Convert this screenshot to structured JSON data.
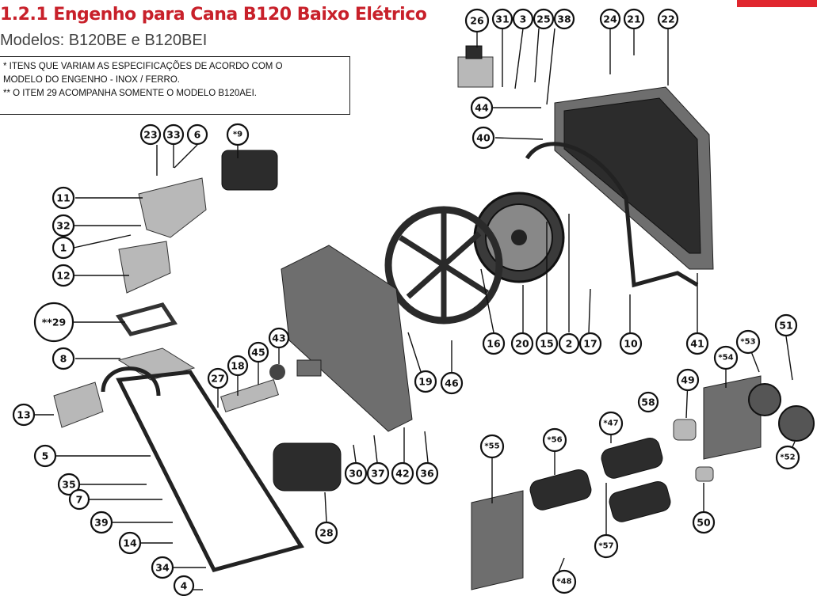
{
  "header": {
    "title": "1.2.1 Engenho para Cana B120 Baixo Elétrico",
    "subtitle": "Modelos: B120BE e B120BEI",
    "accent_color": "#e0262e"
  },
  "notes": [
    "* ITENS QUE VARIAM AS ESPECIFICAÇÕES DE ACORDO COM O",
    "MODELO DO ENGENHO - INOX / FERRO.",
    "** O ITEM 29 ACOMPANHA SOMENTE O MODELO B120AEI."
  ],
  "callouts": [
    {
      "id": "c26",
      "label": "26"
    },
    {
      "id": "c31",
      "label": "31"
    },
    {
      "id": "c3",
      "label": "3"
    },
    {
      "id": "c25",
      "label": "25"
    },
    {
      "id": "c38",
      "label": "38"
    },
    {
      "id": "c24",
      "label": "24"
    },
    {
      "id": "c21",
      "label": "21"
    },
    {
      "id": "c22",
      "label": "22"
    },
    {
      "id": "c44",
      "label": "44"
    },
    {
      "id": "c40",
      "label": "40"
    },
    {
      "id": "c23",
      "label": "23"
    },
    {
      "id": "c33",
      "label": "33"
    },
    {
      "id": "c6",
      "label": "6"
    },
    {
      "id": "c9",
      "label": "*9"
    },
    {
      "id": "c11",
      "label": "11"
    },
    {
      "id": "c32",
      "label": "32"
    },
    {
      "id": "c1",
      "label": "1"
    },
    {
      "id": "c12",
      "label": "12"
    },
    {
      "id": "c29",
      "label": "**29"
    },
    {
      "id": "c8",
      "label": "8"
    },
    {
      "id": "c13",
      "label": "13"
    },
    {
      "id": "c5",
      "label": "5"
    },
    {
      "id": "c35",
      "label": "35"
    },
    {
      "id": "c7",
      "label": "7"
    },
    {
      "id": "c39",
      "label": "39"
    },
    {
      "id": "c14",
      "label": "14"
    },
    {
      "id": "c34",
      "label": "34"
    },
    {
      "id": "c4",
      "label": "4"
    },
    {
      "id": "c27",
      "label": "27"
    },
    {
      "id": "c18",
      "label": "18"
    },
    {
      "id": "c45",
      "label": "45"
    },
    {
      "id": "c43",
      "label": "43"
    },
    {
      "id": "c19",
      "label": "19"
    },
    {
      "id": "c46",
      "label": "46"
    },
    {
      "id": "c16",
      "label": "16"
    },
    {
      "id": "c20",
      "label": "20"
    },
    {
      "id": "c15",
      "label": "15"
    },
    {
      "id": "c2",
      "label": "2"
    },
    {
      "id": "c17",
      "label": "17"
    },
    {
      "id": "c10",
      "label": "10"
    },
    {
      "id": "c41",
      "label": "41"
    },
    {
      "id": "c30",
      "label": "30"
    },
    {
      "id": "c37",
      "label": "37"
    },
    {
      "id": "c42",
      "label": "42"
    },
    {
      "id": "c36",
      "label": "36"
    },
    {
      "id": "c28",
      "label": "28"
    },
    {
      "id": "c51",
      "label": "51"
    },
    {
      "id": "c53",
      "label": "*53"
    },
    {
      "id": "c54",
      "label": "*54"
    },
    {
      "id": "c49",
      "label": "49"
    },
    {
      "id": "c58",
      "label": "58"
    },
    {
      "id": "c47",
      "label": "*47"
    },
    {
      "id": "c56",
      "label": "*56"
    },
    {
      "id": "c55",
      "label": "*55"
    },
    {
      "id": "c50",
      "label": "50"
    },
    {
      "id": "c52",
      "label": "*52"
    },
    {
      "id": "c57",
      "label": "*57"
    },
    {
      "id": "c48",
      "label": "*48"
    }
  ]
}
